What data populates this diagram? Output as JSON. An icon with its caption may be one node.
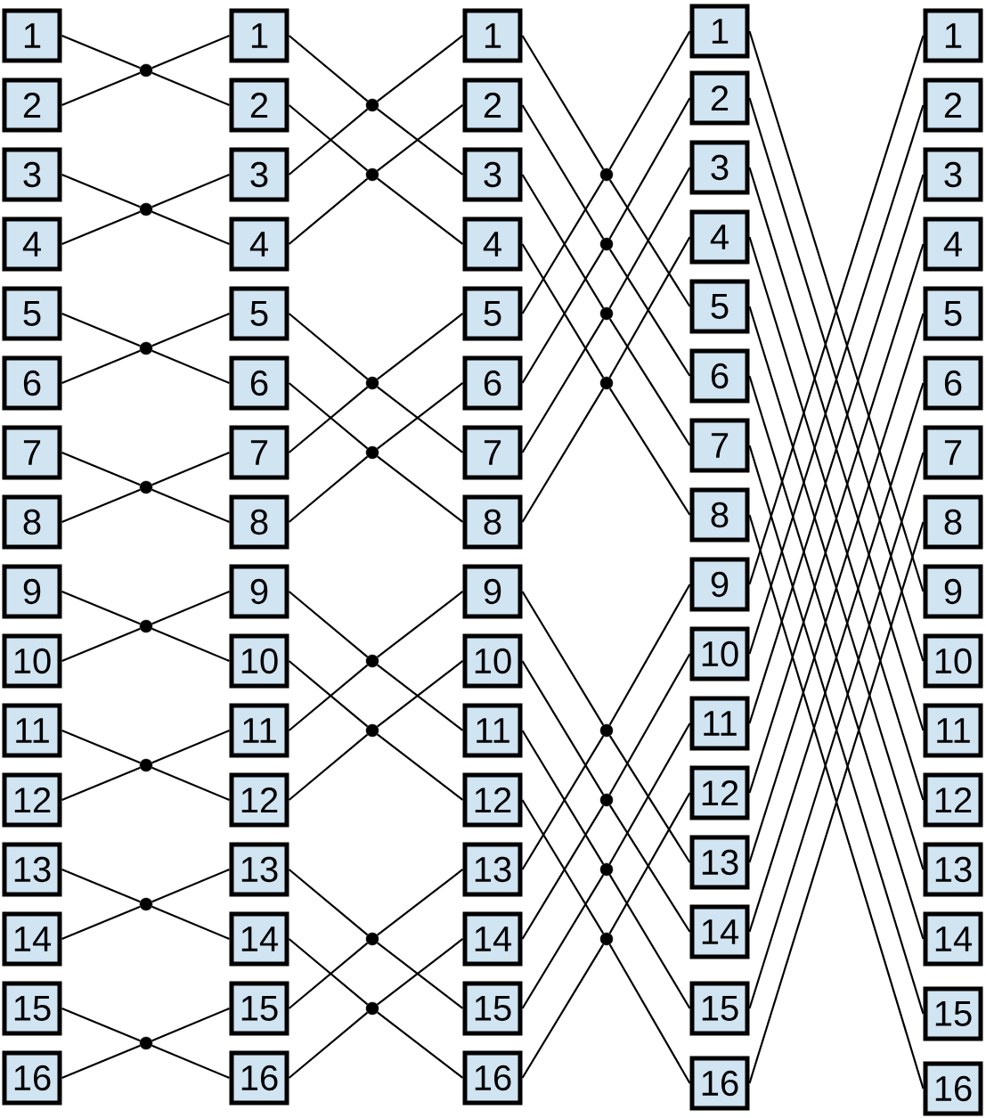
{
  "diagram": {
    "nodes": [
      {
        "text": [
          "1"
        ]
      },
      {
        "text": [
          "2"
        ]
      },
      {
        "text": [
          "3"
        ]
      },
      {
        "text": [
          "4"
        ]
      },
      {
        "text": [
          "5"
        ]
      },
      {
        "text": [
          "6"
        ]
      },
      {
        "text": [
          "7"
        ]
      },
      {
        "text": [
          "8"
        ]
      },
      {
        "text": [
          "9"
        ]
      },
      {
        "text": [
          "10"
        ]
      },
      {
        "text": [
          "11"
        ]
      },
      {
        "text": [
          "12"
        ]
      },
      {
        "text": [
          "13"
        ]
      },
      {
        "text": [
          "14"
        ]
      },
      {
        "text": [
          "15"
        ]
      },
      {
        "text": [
          "16"
        ]
      },
      {
        "text": [],
        "shape": "circle"
      },
      {
        "text": [],
        "shape": "circle"
      },
      {
        "text": [],
        "shape": "circle"
      },
      {
        "text": [],
        "shape": "circle"
      },
      {
        "text": [],
        "shape": "circle"
      },
      {
        "text": [],
        "shape": "circle"
      },
      {
        "text": [],
        "shape": "circle"
      },
      {
        "text": [],
        "shape": "circle"
      },
      {
        "text": [
          "1"
        ]
      },
      {
        "text": [
          "2"
        ]
      },
      {
        "text": [
          "3"
        ]
      },
      {
        "text": [
          "4"
        ]
      },
      {
        "text": [
          "5"
        ]
      },
      {
        "text": [
          "6"
        ]
      },
      {
        "text": [
          "7"
        ]
      },
      {
        "text": [
          "8"
        ]
      },
      {
        "text": [
          "9"
        ]
      },
      {
        "text": [
          "10"
        ]
      },
      {
        "text": [
          "11"
        ]
      },
      {
        "text": [
          "12"
        ]
      },
      {
        "text": [
          "13"
        ]
      },
      {
        "text": [
          "14"
        ]
      },
      {
        "text": [
          "15"
        ]
      },
      {
        "text": [
          "16"
        ]
      },
      {
        "text": [],
        "shape": "circle"
      },
      {
        "text": [],
        "shape": "circle"
      },
      {
        "text": [],
        "shape": "circle"
      },
      {
        "text": [],
        "shape": "circle"
      },
      {
        "text": [],
        "shape": "circle"
      },
      {
        "text": [],
        "shape": "circle"
      },
      {
        "text": [],
        "shape": "circle"
      },
      {
        "text": [],
        "shape": "circle"
      },
      {
        "text": [
          "1"
        ]
      },
      {
        "text": [
          "2"
        ]
      },
      {
        "text": [
          "3"
        ]
      },
      {
        "text": [
          "4"
        ]
      },
      {
        "text": [
          "5"
        ]
      },
      {
        "text": [
          "6"
        ]
      },
      {
        "text": [
          "7"
        ]
      },
      {
        "text": [
          "8"
        ]
      },
      {
        "text": [
          "9"
        ]
      },
      {
        "text": [
          "10"
        ]
      },
      {
        "text": [
          "11"
        ]
      },
      {
        "text": [
          "12"
        ]
      },
      {
        "text": [
          "13"
        ]
      },
      {
        "text": [
          "14"
        ]
      },
      {
        "text": [
          "15"
        ]
      },
      {
        "text": [
          "16"
        ]
      },
      {
        "text": [],
        "shape": "circle"
      },
      {
        "text": [],
        "shape": "circle"
      },
      {
        "text": [],
        "shape": "circle"
      },
      {
        "text": [],
        "shape": "circle"
      },
      {
        "text": [],
        "shape": "circle"
      },
      {
        "text": [],
        "shape": "circle"
      },
      {
        "text": [],
        "shape": "circle"
      },
      {
        "text": [],
        "shape": "circle"
      },
      {
        "text": [
          "1"
        ]
      },
      {
        "text": [
          "2"
        ]
      },
      {
        "text": [
          "3"
        ]
      },
      {
        "text": [
          "4"
        ]
      },
      {
        "text": [
          "5"
        ]
      },
      {
        "text": [
          "6"
        ]
      },
      {
        "text": [
          "7"
        ]
      },
      {
        "text": [
          "8"
        ]
      },
      {
        "text": [
          "9"
        ]
      },
      {
        "text": [
          "10"
        ]
      },
      {
        "text": [
          "11"
        ]
      },
      {
        "text": [
          "12"
        ]
      },
      {
        "text": [
          "13"
        ]
      },
      {
        "text": [
          "14"
        ]
      },
      {
        "text": [
          "15"
        ]
      },
      {
        "text": [
          "16"
        ]
      },
      {
        "text": [
          "1"
        ]
      },
      {
        "text": [
          "2"
        ]
      },
      {
        "text": [
          "3"
        ]
      },
      {
        "text": [
          "4"
        ]
      },
      {
        "text": [
          "5"
        ]
      },
      {
        "text": [
          "6"
        ]
      },
      {
        "text": [
          "7"
        ]
      },
      {
        "text": [
          "8"
        ]
      },
      {
        "text": [
          "9"
        ]
      },
      {
        "text": [
          "10"
        ]
      },
      {
        "text": [
          "11"
        ]
      },
      {
        "text": [
          "12"
        ]
      },
      {
        "text": [
          "13"
        ]
      },
      {
        "text": [
          "14"
        ]
      },
      {
        "text": [
          "15"
        ]
      },
      {
        "text": [
          "16"
        ]
      }
    ],
    "edges": [
      {
        "from": 0,
        "to": 16,
        "arrow": "none"
      },
      {
        "from": 1,
        "to": 16,
        "arrow": "none"
      },
      {
        "from": 16,
        "to": 24,
        "arrow": "none"
      },
      {
        "from": 16,
        "to": 25,
        "arrow": "none"
      },
      {
        "from": 2,
        "to": 17,
        "arrow": "none"
      },
      {
        "from": 3,
        "to": 17,
        "arrow": "none"
      },
      {
        "from": 17,
        "to": 26,
        "arrow": "none"
      },
      {
        "from": 17,
        "to": 27,
        "arrow": "none"
      },
      {
        "from": 4,
        "to": 18,
        "arrow": "none"
      },
      {
        "from": 5,
        "to": 18,
        "arrow": "none"
      },
      {
        "from": 18,
        "to": 28,
        "arrow": "none"
      },
      {
        "from": 18,
        "to": 29,
        "arrow": "none"
      },
      {
        "from": 6,
        "to": 19,
        "arrow": "none"
      },
      {
        "from": 7,
        "to": 19,
        "arrow": "none"
      },
      {
        "from": 19,
        "to": 30,
        "arrow": "none"
      },
      {
        "from": 19,
        "to": 31,
        "arrow": "none"
      },
      {
        "from": 8,
        "to": 20,
        "arrow": "none"
      },
      {
        "from": 9,
        "to": 20,
        "arrow": "none"
      },
      {
        "from": 20,
        "to": 32,
        "arrow": "none"
      },
      {
        "from": 20,
        "to": 33,
        "arrow": "none"
      },
      {
        "from": 10,
        "to": 21,
        "arrow": "none"
      },
      {
        "from": 11,
        "to": 21,
        "arrow": "none"
      },
      {
        "from": 21,
        "to": 34,
        "arrow": "none"
      },
      {
        "from": 21,
        "to": 35,
        "arrow": "none"
      },
      {
        "from": 12,
        "to": 22,
        "arrow": "none"
      },
      {
        "from": 13,
        "to": 22,
        "arrow": "none"
      },
      {
        "from": 22,
        "to": 36,
        "arrow": "none"
      },
      {
        "from": 22,
        "to": 37,
        "arrow": "none"
      },
      {
        "from": 14,
        "to": 23,
        "arrow": "none"
      },
      {
        "from": 15,
        "to": 23,
        "arrow": "none"
      },
      {
        "from": 23,
        "to": 38,
        "arrow": "none"
      },
      {
        "from": 23,
        "to": 39,
        "arrow": "none"
      },
      {
        "from": 24,
        "to": 40,
        "arrow": "none"
      },
      {
        "from": 26,
        "to": 40,
        "arrow": "none"
      },
      {
        "from": 40,
        "to": 48,
        "arrow": "none"
      },
      {
        "from": 40,
        "to": 50,
        "arrow": "none"
      },
      {
        "from": 25,
        "to": 41,
        "arrow": "none"
      },
      {
        "from": 27,
        "to": 41,
        "arrow": "none"
      },
      {
        "from": 41,
        "to": 49,
        "arrow": "none"
      },
      {
        "from": 41,
        "to": 51,
        "arrow": "none"
      },
      {
        "from": 28,
        "to": 42,
        "arrow": "none"
      },
      {
        "from": 30,
        "to": 42,
        "arrow": "none"
      },
      {
        "from": 42,
        "to": 52,
        "arrow": "none"
      },
      {
        "from": 42,
        "to": 54,
        "arrow": "none"
      },
      {
        "from": 29,
        "to": 43,
        "arrow": "none"
      },
      {
        "from": 31,
        "to": 43,
        "arrow": "none"
      },
      {
        "from": 43,
        "to": 53,
        "arrow": "none"
      },
      {
        "from": 43,
        "to": 55,
        "arrow": "none"
      },
      {
        "from": 32,
        "to": 44,
        "arrow": "none"
      },
      {
        "from": 34,
        "to": 44,
        "arrow": "none"
      },
      {
        "from": 44,
        "to": 56,
        "arrow": "none"
      },
      {
        "from": 44,
        "to": 58,
        "arrow": "none"
      },
      {
        "from": 33,
        "to": 45,
        "arrow": "none"
      },
      {
        "from": 35,
        "to": 45,
        "arrow": "none"
      },
      {
        "from": 45,
        "to": 57,
        "arrow": "none"
      },
      {
        "from": 45,
        "to": 59,
        "arrow": "none"
      },
      {
        "from": 36,
        "to": 46,
        "arrow": "none"
      },
      {
        "from": 38,
        "to": 46,
        "arrow": "none"
      },
      {
        "from": 46,
        "to": 60,
        "arrow": "none"
      },
      {
        "from": 46,
        "to": 62,
        "arrow": "none"
      },
      {
        "from": 37,
        "to": 47,
        "arrow": "none"
      },
      {
        "from": 39,
        "to": 47,
        "arrow": "none"
      },
      {
        "from": 47,
        "to": 61,
        "arrow": "none"
      },
      {
        "from": 47,
        "to": 63,
        "arrow": "none"
      },
      {
        "from": 48,
        "to": 64,
        "arrow": "none"
      },
      {
        "from": 52,
        "to": 64,
        "arrow": "none"
      },
      {
        "from": 64,
        "to": 72,
        "arrow": "none"
      },
      {
        "from": 64,
        "to": 76,
        "arrow": "none"
      },
      {
        "from": 49,
        "to": 65,
        "arrow": "none"
      },
      {
        "from": 53,
        "to": 65,
        "arrow": "none"
      },
      {
        "from": 65,
        "to": 73,
        "arrow": "none"
      },
      {
        "from": 65,
        "to": 77,
        "arrow": "none"
      },
      {
        "from": 50,
        "to": 66,
        "arrow": "none"
      },
      {
        "from": 54,
        "to": 66,
        "arrow": "none"
      },
      {
        "from": 66,
        "to": 74,
        "arrow": "none"
      },
      {
        "from": 66,
        "to": 78,
        "arrow": "none"
      },
      {
        "from": 51,
        "to": 67,
        "arrow": "none"
      },
      {
        "from": 55,
        "to": 67,
        "arrow": "none"
      },
      {
        "from": 67,
        "to": 75,
        "arrow": "none"
      },
      {
        "from": 67,
        "to": 79,
        "arrow": "none"
      },
      {
        "from": 56,
        "to": 68,
        "arrow": "none"
      },
      {
        "from": 60,
        "to": 68,
        "arrow": "none"
      },
      {
        "from": 68,
        "to": 80,
        "arrow": "none"
      },
      {
        "from": 68,
        "to": 84,
        "arrow": "none"
      },
      {
        "from": 57,
        "to": 69,
        "arrow": "none"
      },
      {
        "from": 61,
        "to": 69,
        "arrow": "none"
      },
      {
        "from": 69,
        "to": 81,
        "arrow": "none"
      },
      {
        "from": 69,
        "to": 85,
        "arrow": "none"
      },
      {
        "from": 58,
        "to": 70,
        "arrow": "none"
      },
      {
        "from": 62,
        "to": 70,
        "arrow": "none"
      },
      {
        "from": 70,
        "to": 82,
        "arrow": "none"
      },
      {
        "from": 70,
        "to": 86,
        "arrow": "none"
      },
      {
        "from": 59,
        "to": 71,
        "arrow": "none"
      },
      {
        "from": 63,
        "to": 71,
        "arrow": "none"
      },
      {
        "from": 71,
        "to": 83,
        "arrow": "none"
      },
      {
        "from": 71,
        "to": 87,
        "arrow": "none"
      },
      {
        "from": 72,
        "to": 96,
        "arrow": "none"
      },
      {
        "from": 73,
        "to": 97,
        "arrow": "none"
      },
      {
        "from": 74,
        "to": 98,
        "arrow": "none"
      },
      {
        "from": 75,
        "to": 99,
        "arrow": "none"
      },
      {
        "from": 76,
        "to": 100,
        "arrow": "none"
      },
      {
        "from": 77,
        "to": 101,
        "arrow": "none"
      },
      {
        "from": 78,
        "to": 102,
        "arrow": "none"
      },
      {
        "from": 79,
        "to": 103,
        "arrow": "none"
      },
      {
        "from": 80,
        "to": 88,
        "arrow": "none"
      },
      {
        "from": 81,
        "to": 89,
        "arrow": "none"
      },
      {
        "from": 82,
        "to": 90,
        "arrow": "none"
      },
      {
        "from": 83,
        "to": 91,
        "arrow": "none"
      },
      {
        "from": 84,
        "to": 92,
        "arrow": "none"
      },
      {
        "from": 85,
        "to": 93,
        "arrow": "none"
      },
      {
        "from": 86,
        "to": 94,
        "arrow": "none"
      },
      {
        "from": 87,
        "to": 95,
        "arrow": "none"
      }
    ]
  }
}
